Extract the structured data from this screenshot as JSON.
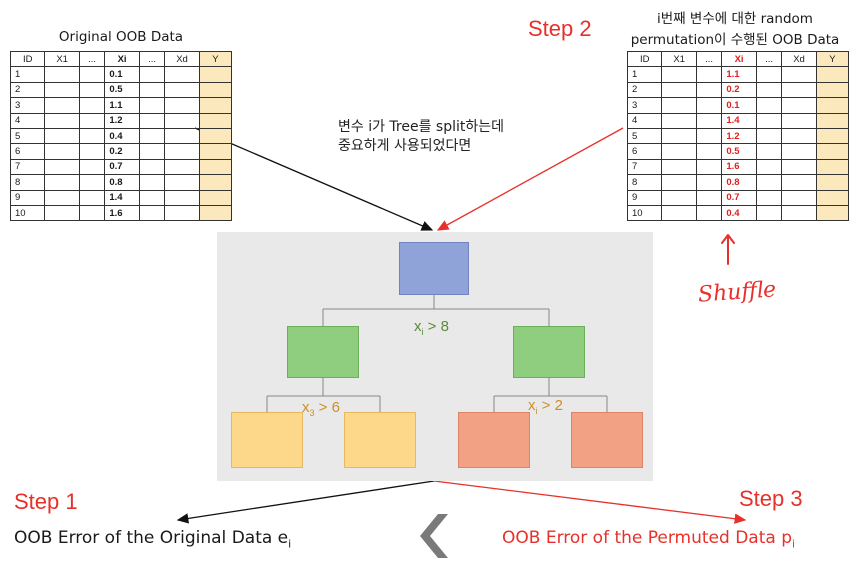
{
  "left_table": {
    "title": "Original OOB Data",
    "headers": [
      "ID",
      "X1",
      "...",
      "Xi",
      "...",
      "Xd",
      "Y"
    ],
    "ids": [
      "1",
      "2",
      "3",
      "4",
      "5",
      "6",
      "7",
      "8",
      "9",
      "10"
    ],
    "xi": [
      "0.1",
      "0.5",
      "1.1",
      "1.2",
      "0.4",
      "0.2",
      "0.7",
      "0.8",
      "1.4",
      "1.6"
    ]
  },
  "right_table": {
    "title_line1": "i번째 변수에 대한 random",
    "title_line2": "permutation이 수행된 OOB Data",
    "headers": [
      "ID",
      "X1",
      "...",
      "Xi",
      "...",
      "Xd",
      "Y"
    ],
    "ids": [
      "1",
      "2",
      "3",
      "4",
      "5",
      "6",
      "7",
      "8",
      "9",
      "10"
    ],
    "xi": [
      "1.1",
      "0.2",
      "0.1",
      "1.4",
      "1.2",
      "0.5",
      "1.6",
      "0.8",
      "0.7",
      "0.4"
    ]
  },
  "note": {
    "line1": "변수 i가 Tree를 split하는데",
    "line2": "중요하게 사용되었다면"
  },
  "shuffle_label": "Shuffle",
  "steps": {
    "step1": "Step 1",
    "step2": "Step 2",
    "step3": "Step 3"
  },
  "tree": {
    "root_split": {
      "var": "x",
      "sub": "i",
      "rest": " > 8"
    },
    "left_split": {
      "var": "x",
      "sub": "3",
      "rest": " > 6"
    },
    "right_split": {
      "var": "x",
      "sub": "i",
      "rest": " > 2"
    }
  },
  "bottom": {
    "left_main": "OOB Error of the Original Data e",
    "left_sub": "i",
    "right_main": "OOB Error of the Permuted Data p",
    "right_sub": "i"
  },
  "colors": {
    "accent_red": "#e8302a",
    "root_node": "#8fa3d9",
    "mid_node": "#8fce7e",
    "leaf_yellow": "#fdd88a",
    "leaf_orange": "#f2a184",
    "y_column": "#fbe8bd",
    "split_green": "#5a8a3a",
    "split_orange": "#c9902a"
  },
  "icons": [
    "chevron-left-icon",
    "arrow-up-icon"
  ]
}
